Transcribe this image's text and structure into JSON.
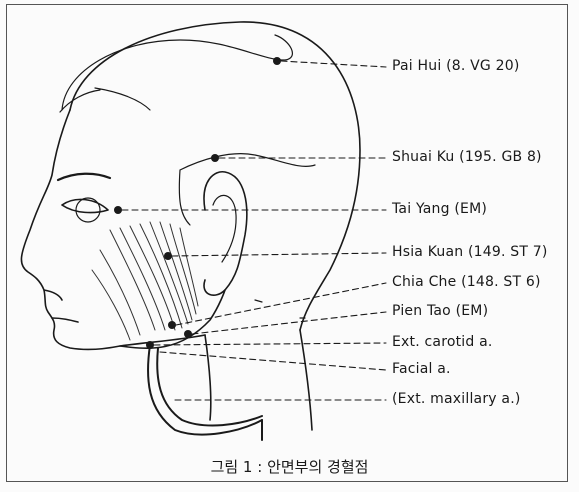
{
  "caption": "그림 1 : 안면부의 경혈점",
  "labels": [
    {
      "id": "pai-hui",
      "text": "Pai Hui (8. VG 20)"
    },
    {
      "id": "shuai-ku",
      "text": "Shuai Ku (195. GB 8)"
    },
    {
      "id": "tai-yang",
      "text": "Tai Yang (EM)"
    },
    {
      "id": "hsia-kuan",
      "text": "Hsia Kuan (149. ST 7)"
    },
    {
      "id": "chia-che",
      "text": "Chia Che (148. ST 6)"
    },
    {
      "id": "pien-tao",
      "text": "Pien Tao (EM)"
    },
    {
      "id": "ext-carotid",
      "text": "Ext. carotid a."
    },
    {
      "id": "facial-a",
      "text": "Facial a."
    },
    {
      "id": "ext-maxillary",
      "text": "(Ext. maxillary a.)"
    }
  ],
  "colors": {
    "ink": "#1a1a1a",
    "border": "#555555"
  }
}
